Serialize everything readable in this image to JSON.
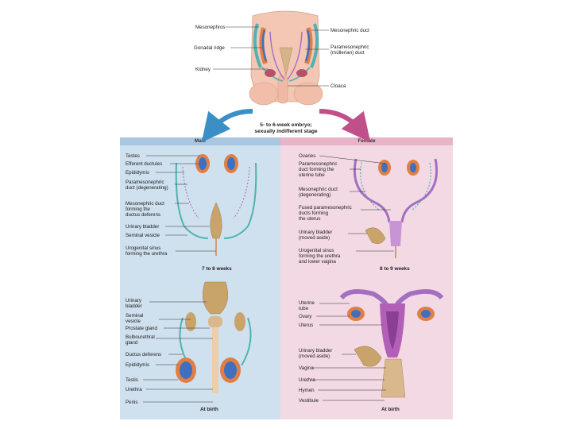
{
  "embryo": {
    "caption_line1": "5- to 6-week embryo;",
    "caption_line2": "sexually indifferent stage",
    "labels_left": [
      "Mesonephros",
      "Gonadal ridge",
      "Kidney"
    ],
    "labels_right": [
      "Mesonephric duct",
      "Paramesonephric",
      "(müllerian) duct",
      "Cloaca"
    ]
  },
  "male": {
    "header": "Male",
    "stage1": "7 to 8 weeks",
    "stage2": "At birth",
    "labels_top": [
      "Testes",
      "Efferent ductules",
      "Epididymis",
      "Paramesonephric",
      "duct (degenerating)",
      "Mesonephric duct",
      "forming the",
      "ductus deferens",
      "Urinary bladder",
      "Seminal vesicle",
      "Urogenital sinus",
      "forming the urethra"
    ],
    "labels_bottom": [
      "Urinary",
      "bladder",
      "Seminal",
      "vesicle",
      "Prostate gland",
      "Bulbourethral",
      "gland",
      "Ductus deferens",
      "Epididymis",
      "Testis",
      "Urethra",
      "Penis"
    ]
  },
  "female": {
    "header": "Female",
    "stage1": "8 to 9 weeks",
    "stage2": "At birth",
    "labels_top": [
      "Ovaries",
      "Paramesonephric",
      "duct forming the",
      "uterine tube",
      "Mesonephric duct",
      "(degenerating)",
      "Fused paramesonephric",
      "ducts forming",
      "the uterus",
      "Urinary bladder",
      "(moved aside)",
      "Urogenital sinus",
      "forming the urethra",
      "and lower vagina"
    ],
    "labels_bottom": [
      "Uterine",
      "tube",
      "Ovary",
      "Uterus",
      "Urinary bladder",
      "(moved aside)",
      "Vagina",
      "Urethra",
      "Hymen",
      "Vestibule"
    ]
  },
  "colors": {
    "male_bg": "#cfe0ef",
    "female_bg": "#f3d9e3",
    "arrow_male": "#3a8fc4",
    "arrow_female": "#c0508a",
    "mesonephric": "#4fb3b0",
    "paramesonephric": "#a36fc1",
    "gonad": "#e07f45",
    "bladder": "#c9a46a"
  }
}
